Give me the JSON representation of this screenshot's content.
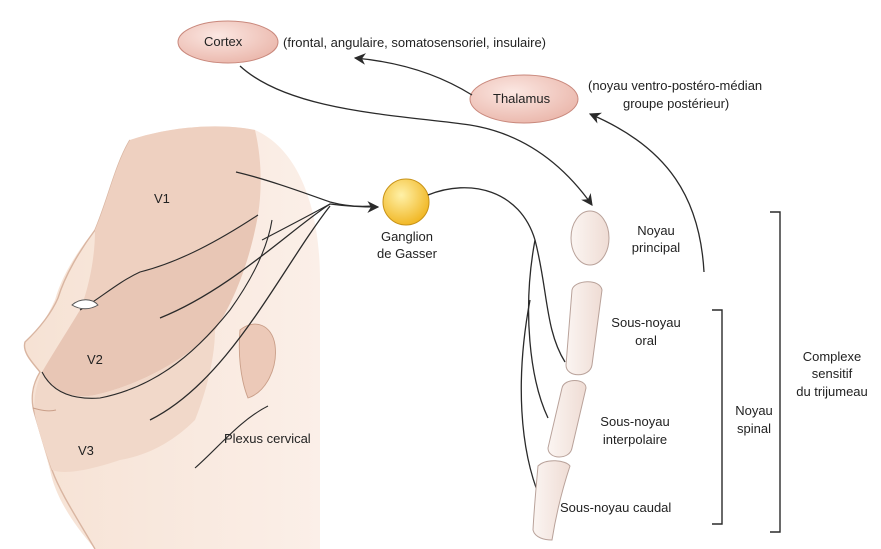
{
  "nodes": {
    "cortex": "Cortex",
    "thalamus": "Thalamus"
  },
  "annotations": {
    "cortex_areas": "(frontal, angulaire, somatosensoriel, insulaire)",
    "thalamus_line1": "(noyau ventro-postéro-médian",
    "thalamus_line2": "groupe postérieur)"
  },
  "face": {
    "v1": "V1",
    "v2": "V2",
    "v3": "V3",
    "plexus": "Plexus cervical"
  },
  "ganglion": {
    "line1": "Ganglion",
    "line2": "de Gasser"
  },
  "nuclei": {
    "principal_line1": "Noyau",
    "principal_line2": "principal",
    "oral_line1": "Sous-noyau",
    "oral_line2": "oral",
    "interpolar_line1": "Sous-noyau",
    "interpolar_line2": "interpolaire",
    "caudal": "Sous-noyau caudal"
  },
  "brackets": {
    "spinal_line1": "Noyau",
    "spinal_line2": "spinal",
    "complex_line1": "Complexe",
    "complex_line2": "sensitif",
    "complex_line3": "du trijumeau"
  },
  "colors": {
    "node_fill": "#f2c9c1",
    "node_stroke": "#c9887c",
    "skin": "#f7e4d7",
    "skin_shade": "#efd3c4",
    "ganglion_fill": "#f5c83a",
    "nucleus_fill": "#f6ebe6",
    "line": "#2a2a2a"
  }
}
